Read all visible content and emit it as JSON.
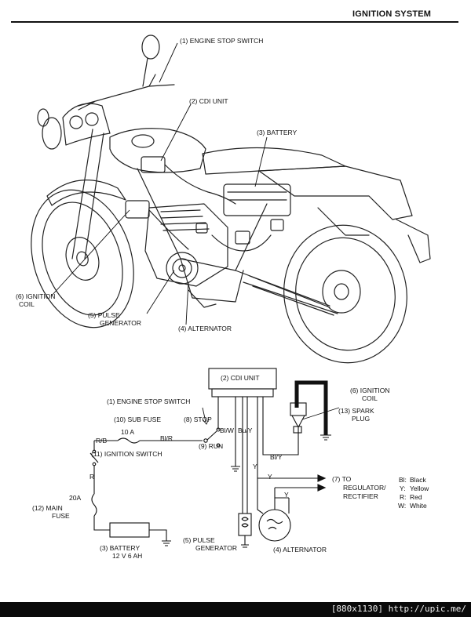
{
  "header": {
    "title": "IGNITION SYSTEM"
  },
  "motorcycle": {
    "labels": {
      "engine_stop_switch": "(1) ENGINE STOP SWITCH",
      "cdi_unit": "(2) CDI UNIT",
      "battery": "(3) BATTERY",
      "ignition_coil_1": "(6) IGNITION",
      "ignition_coil_2": "COIL",
      "pulse_generator_1": "(5) PULSE",
      "pulse_generator_2": "GENERATOR",
      "alternator": "(4) ALTERNATOR"
    }
  },
  "schematic": {
    "labels": {
      "cdi_unit": "(2) CDI UNIT",
      "ignition_coil_1": "(6) IGNITION",
      "ignition_coil_2": "COIL",
      "spark_plug_1": "(13) SPARK",
      "spark_plug_2": "PLUG",
      "engine_stop_switch": "(1) ENGINE STOP SWITCH",
      "sub_fuse": "(10) SUB FUSE",
      "stop": "(8) STOP",
      "run": "(9) RUN",
      "ignition_switch": "(11) IGNITION SWITCH",
      "main_fuse_1": "(12) MAIN",
      "main_fuse_2": "FUSE",
      "battery_1": "(3) BATTERY",
      "battery_2": "12 V 6 AH",
      "pulse_generator_1": "(5) PULSE",
      "pulse_generator_2": "GENERATOR",
      "alternator": "(4) ALTERNATOR",
      "regulator_1": "(7) TO",
      "regulator_2": "REGULATOR/",
      "regulator_3": "RECTIFIER",
      "sub_fuse_rating": "10 A",
      "main_fuse_rating": "20A"
    },
    "wires": {
      "rb": "R/B",
      "blr": "Bl/R",
      "blw": "Bl/W",
      "buy": "Bu/Y",
      "bly": "Bl/Y",
      "r": "R",
      "y1": "Y",
      "y2": "Y",
      "y3": "Y"
    },
    "legend": [
      {
        "code": "Bl:",
        "name": "Black"
      },
      {
        "code": "Y:",
        "name": "Yellow"
      },
      {
        "code": "R:",
        "name": "Red"
      },
      {
        "code": "W:",
        "name": "White"
      }
    ]
  },
  "footer": {
    "text": "[880x1130] http://upic.me/"
  }
}
